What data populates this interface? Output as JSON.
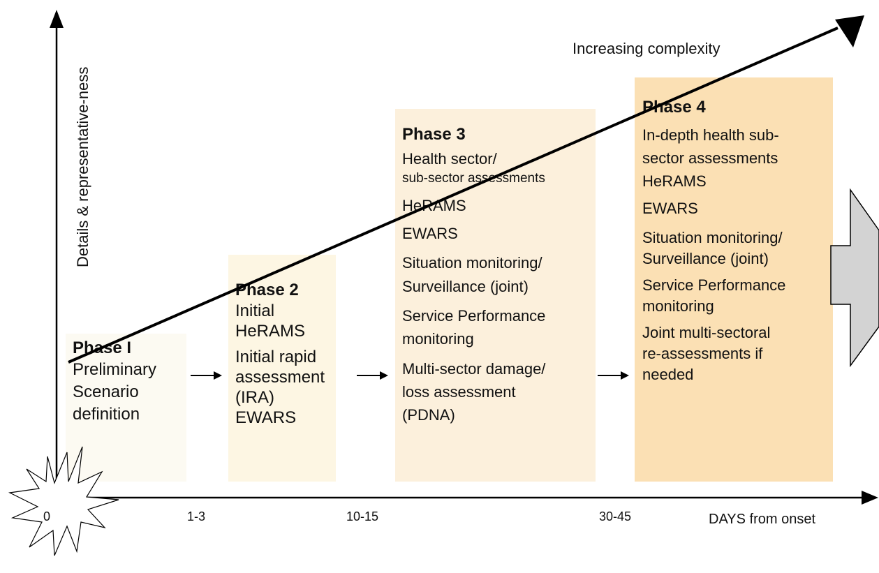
{
  "axes": {
    "y_label": "Details & representative-ness",
    "x_label": "DAYS from onset",
    "ticks": [
      "0",
      "1-3",
      "10-15",
      "30-45"
    ]
  },
  "trend_label": "Increasing complexity",
  "colors": {
    "phase1": "#fcfaf2",
    "phase2": "#fdf6e3",
    "phase3": "#fcf0dc",
    "phase4": "#fbe0b4",
    "big_arrow": "#d3d3d3",
    "axis": "#000000"
  },
  "phases": [
    {
      "title": "Phase I",
      "items": [
        [
          "Preliminary",
          "Scenario",
          "definition"
        ]
      ]
    },
    {
      "title": "Phase 2",
      "items": [
        [
          "Initial",
          "HeRAMS"
        ],
        [
          "Initial rapid",
          "assessment",
          "(IRA)",
          "EWARS"
        ]
      ]
    },
    {
      "title": "Phase 3",
      "items": [
        [
          "Health sector/",
          "sub-sector assessments"
        ],
        [
          "HeRAMS"
        ],
        [
          "EWARS"
        ],
        [
          "Situation monitoring/",
          "Surveillance (joint)"
        ],
        [
          "Service Performance",
          "monitoring"
        ],
        [
          "Multi-sector damage/",
          "loss assessment",
          "(PDNA)"
        ]
      ]
    },
    {
      "title": "Phase 4",
      "items": [
        [
          "In-depth health sub-",
          "sector assessments",
          "HeRAMS"
        ],
        [
          "EWARS"
        ],
        [
          "Situation monitoring/",
          "Surveillance (joint)"
        ],
        [
          "Service Performance",
          "monitoring"
        ],
        [
          "Joint multi-sectoral",
          "re-assessments if",
          "needed"
        ]
      ]
    }
  ]
}
